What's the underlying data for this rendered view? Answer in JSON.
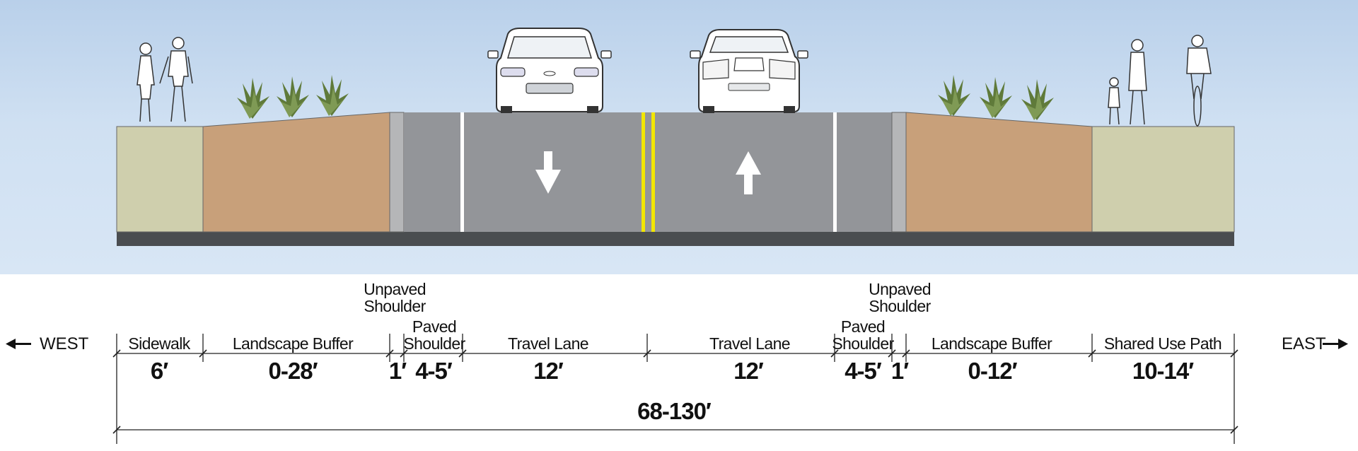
{
  "directions": {
    "west": "WEST",
    "east": "EAST"
  },
  "segments": [
    {
      "name": "Sidewalk",
      "width": "6′"
    },
    {
      "name": "Landscape Buffer",
      "width": "0-28′"
    },
    {
      "name": "Unpaved Shoulder",
      "width": "1′"
    },
    {
      "name": "Paved Shoulder",
      "width": "4-5′"
    },
    {
      "name": "Travel Lane",
      "width": "12′"
    },
    {
      "name": "Travel Lane",
      "width": "12′"
    },
    {
      "name": "Paved Shoulder",
      "width": "4-5′"
    },
    {
      "name": "Unpaved Shoulder",
      "width": "1′"
    },
    {
      "name": "Landscape Buffer",
      "width": "0-12′"
    },
    {
      "name": "Shared Use Path",
      "width": "10-14′"
    }
  ],
  "stacked_labels": {
    "unpaved_line1": "Unpaved",
    "unpaved_line2": "Shoulder",
    "paved_line1": "Paved",
    "paved_line2": "Shoulder"
  },
  "total_width": "68-130′",
  "lane_arrows": [
    "southbound",
    "northbound"
  ],
  "colors": {
    "sidewalk": "#cfcfad",
    "landscape": "#c8a07a",
    "unpaved_shoulder": "#b5b6b8",
    "pavement": "#939599",
    "centerline": "#f2e600",
    "base": "#4a4d50"
  }
}
